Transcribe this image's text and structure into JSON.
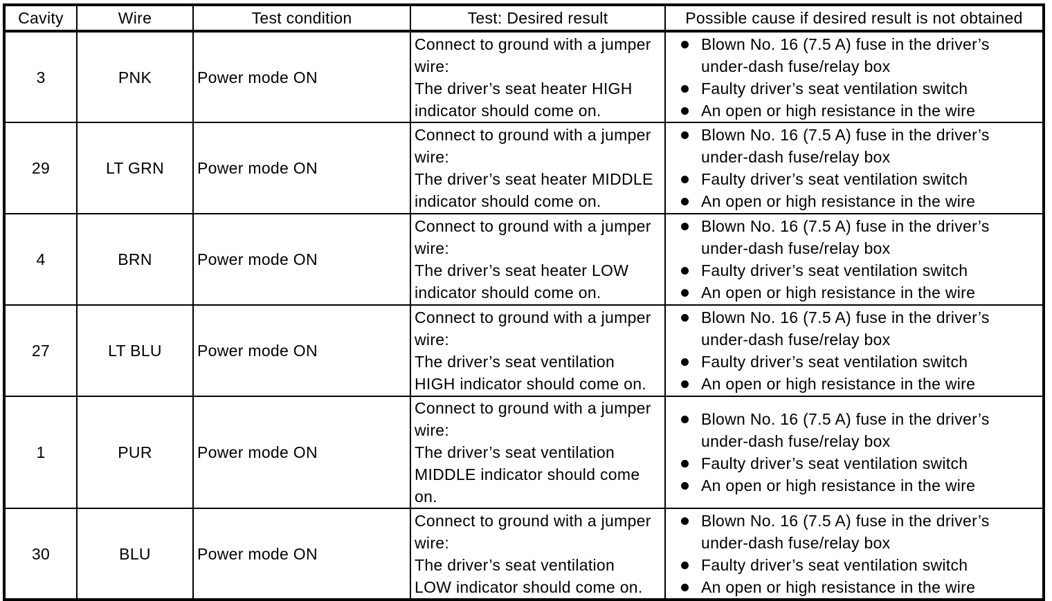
{
  "colors": {
    "text": "#000000",
    "background": "#ffffff",
    "border": "#000000"
  },
  "icons": {
    "bullet": "filled-circle"
  },
  "table": {
    "headers": [
      "Cavity",
      "Wire",
      "Test condition",
      "Test: Desired result",
      "Possible cause if desired result is not obtained"
    ],
    "rows": [
      {
        "cavity": "3",
        "wire": "PNK",
        "test_condition": "Power mode ON",
        "desired_result": "Connect to ground with a jumper\nwire:\nThe driver’s seat heater HIGH\nindicator should come on.",
        "possible_causes": [
          "Blown No. 16 (7.5 A) fuse in the driver’s\nunder-dash fuse/relay box",
          "Faulty driver’s seat ventilation switch",
          "An open or high resistance in the wire"
        ]
      },
      {
        "cavity": "29",
        "wire": "LT GRN",
        "test_condition": "Power mode ON",
        "desired_result": "Connect to ground with a jumper\nwire:\nThe driver’s seat heater MIDDLE\nindicator should come on.",
        "possible_causes": [
          "Blown No. 16 (7.5 A) fuse in the driver’s\nunder-dash fuse/relay box",
          "Faulty driver’s seat ventilation switch",
          "An open or high resistance in the wire"
        ]
      },
      {
        "cavity": "4",
        "wire": "BRN",
        "test_condition": "Power mode ON",
        "desired_result": "Connect to ground with a jumper\nwire:\nThe driver’s seat heater LOW\nindicator should come on.",
        "possible_causes": [
          "Blown No. 16 (7.5 A) fuse in the driver’s\nunder-dash fuse/relay box",
          "Faulty driver’s seat ventilation switch",
          "An open or high resistance in the wire"
        ]
      },
      {
        "cavity": "27",
        "wire": "LT BLU",
        "test_condition": "Power mode ON",
        "desired_result": "Connect to ground with a jumper\nwire:\nThe driver’s seat ventilation\nHIGH indicator should come on.",
        "possible_causes": [
          "Blown No. 16 (7.5 A) fuse in the driver’s\nunder-dash fuse/relay box",
          "Faulty driver’s seat ventilation switch",
          "An open or high resistance in the wire"
        ]
      },
      {
        "cavity": "1",
        "wire": "PUR",
        "test_condition": "Power mode ON",
        "desired_result": "Connect to ground with a jumper\nwire:\nThe driver’s seat ventilation\nMIDDLE indicator should come\non.",
        "possible_causes": [
          "Blown No. 16 (7.5 A) fuse in the driver’s\nunder-dash fuse/relay box",
          "Faulty driver’s seat ventilation switch",
          "An open or high resistance in the wire"
        ]
      },
      {
        "cavity": "30",
        "wire": "BLU",
        "test_condition": "Power mode ON",
        "desired_result": "Connect to ground with a jumper\nwire:\nThe driver’s seat ventilation\nLOW indicator should come on.",
        "possible_causes": [
          "Blown No. 16 (7.5 A) fuse in the driver’s\nunder-dash fuse/relay box",
          "Faulty driver’s seat ventilation switch",
          "An open or high resistance in the wire"
        ]
      }
    ]
  }
}
